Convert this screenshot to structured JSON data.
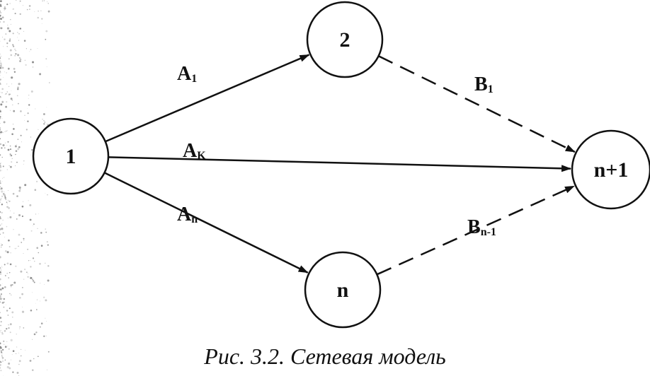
{
  "diagram": {
    "nodes": [
      {
        "id": "n1",
        "label": "1"
      },
      {
        "id": "n2",
        "label": "2"
      },
      {
        "id": "nn",
        "label": "n"
      },
      {
        "id": "nlast",
        "label": "n+1"
      }
    ],
    "edges": [
      {
        "id": "a1",
        "from": "n1",
        "to": "n2",
        "style": "solid",
        "label": "A",
        "sub": "1"
      },
      {
        "id": "ak",
        "from": "n1",
        "to": "nlast",
        "style": "solid",
        "label": "A",
        "sub": "K"
      },
      {
        "id": "an",
        "from": "n1",
        "to": "nn",
        "style": "solid",
        "label": "A",
        "sub": "n"
      },
      {
        "id": "b1",
        "from": "n2",
        "to": "nlast",
        "style": "dashed",
        "label": "B",
        "sub": "1"
      },
      {
        "id": "bn1",
        "from": "nn",
        "to": "nlast",
        "style": "dashed",
        "label": "B",
        "sub": "n-1"
      }
    ]
  },
  "caption": "Рис. 3.2. Сетевая модель"
}
